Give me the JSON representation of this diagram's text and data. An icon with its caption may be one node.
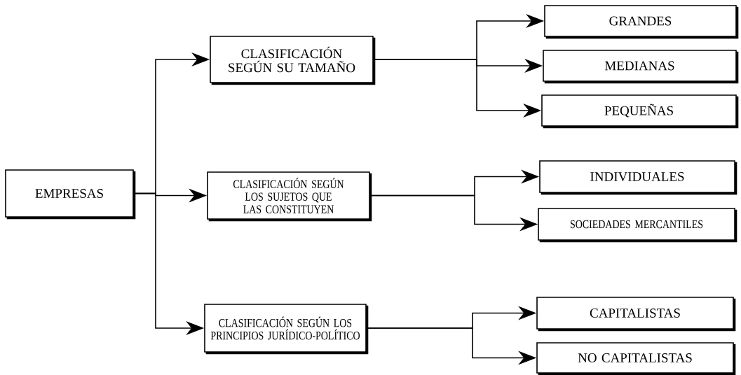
{
  "diagram": {
    "nodes": [
      {
        "text": [
          "EMPRESAS"
        ]
      },
      {
        "text": [
          "CLASIFICACIÓN SEGÚN SU TAMAÑO"
        ]
      },
      {
        "text": [
          "CLASIFICACIÓN SEGÚN LOS SUJETOS QUE LAS CONSTITUYEN"
        ]
      },
      {
        "text": [
          "CLASIFICACIÓN SEGÚN LOS PRINCIPIOS JURÍDICO-POLÍTICO"
        ]
      },
      {
        "text": [
          "GRANDES"
        ]
      },
      {
        "text": [
          "MEDIANAS"
        ]
      },
      {
        "text": [
          "PEQUEÑAS"
        ]
      },
      {
        "text": [
          "INDIVIDUALES"
        ]
      },
      {
        "text": [
          "SOCIEDADES MERCANTILES"
        ]
      },
      {
        "text": [
          "CAPITALISTAS"
        ]
      },
      {
        "text": [
          "NO CAPITALISTAS"
        ]
      }
    ],
    "edges": [
      {
        "from": 0,
        "to": 1,
        "arrow": "to"
      },
      {
        "from": 0,
        "to": 2,
        "arrow": "to"
      },
      {
        "from": 0,
        "to": 3,
        "arrow": "to"
      },
      {
        "from": 1,
        "to": 4,
        "arrow": "to"
      },
      {
        "from": 1,
        "to": 5,
        "arrow": "to"
      },
      {
        "from": 1,
        "to": 6,
        "arrow": "to"
      },
      {
        "from": 2,
        "to": 7,
        "arrow": "to"
      },
      {
        "from": 2,
        "to": 8,
        "arrow": "to"
      },
      {
        "from": 3,
        "to": 9,
        "arrow": "to"
      },
      {
        "from": 3,
        "to": 10,
        "arrow": "to"
      }
    ]
  }
}
